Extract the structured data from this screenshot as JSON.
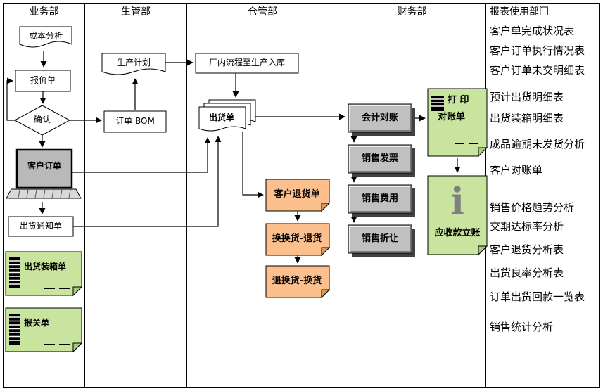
{
  "header": {
    "business": "业务部",
    "production": "生管部",
    "warehouse": "仓管部",
    "finance": "财务部",
    "reports": "报表使用部门"
  },
  "nodes": {
    "cost_analysis": "成本分析",
    "quotation": "报价单",
    "confirm": "确认",
    "order_bom": "订单 BOM",
    "production_plan": "生产计划",
    "factory_inbound": "厂内流程至生产入库",
    "shipping_order": "出货单",
    "customer_order": "客户订单",
    "shipping_notice": "出货通知单",
    "packing_list": "出货装箱单",
    "customs_form": "报关单",
    "customer_return": "客户退货单",
    "exchange_return": "换换货-退货",
    "return_exchange": "退换货-换货",
    "account_recon": "会计对账",
    "sales_invoice": "销售发票",
    "sales_expense": "销售费用",
    "sales_allowance": "销售折让",
    "print_line1": "打 印",
    "print_line2": "对账单",
    "receivable": "应收款立账"
  },
  "reports": [
    "客户单完成状况表",
    "客户订单执行情况表",
    "客户订单未交明细表",
    "预计出货明细表",
    "出货装箱明细表",
    "成品逾期未发货分析",
    "客户对账单",
    "销售价格趋势分析",
    "交期达标率分析",
    "客户退货分析表",
    "出货良率分析表",
    "订单出货回款一览表",
    "销售统计分析"
  ],
  "icons": {
    "receivable_glyph": "i",
    "packing_list_icon": "barcode-icon",
    "customs_icon": "barcode-icon",
    "print_icon": "printer-icon",
    "receivable_icon": "info-icon"
  },
  "colors": {
    "note_green": "#c9e49f",
    "note_green_fold": "#a9cb7e",
    "note_orange": "#fbc08d",
    "note_orange_fold": "#d99a5b",
    "box_gray": "#c0c0c0",
    "box_shadow": "#404040",
    "screen_gray": "#b9b9b9",
    "info_gray": "#7f7f7f"
  }
}
